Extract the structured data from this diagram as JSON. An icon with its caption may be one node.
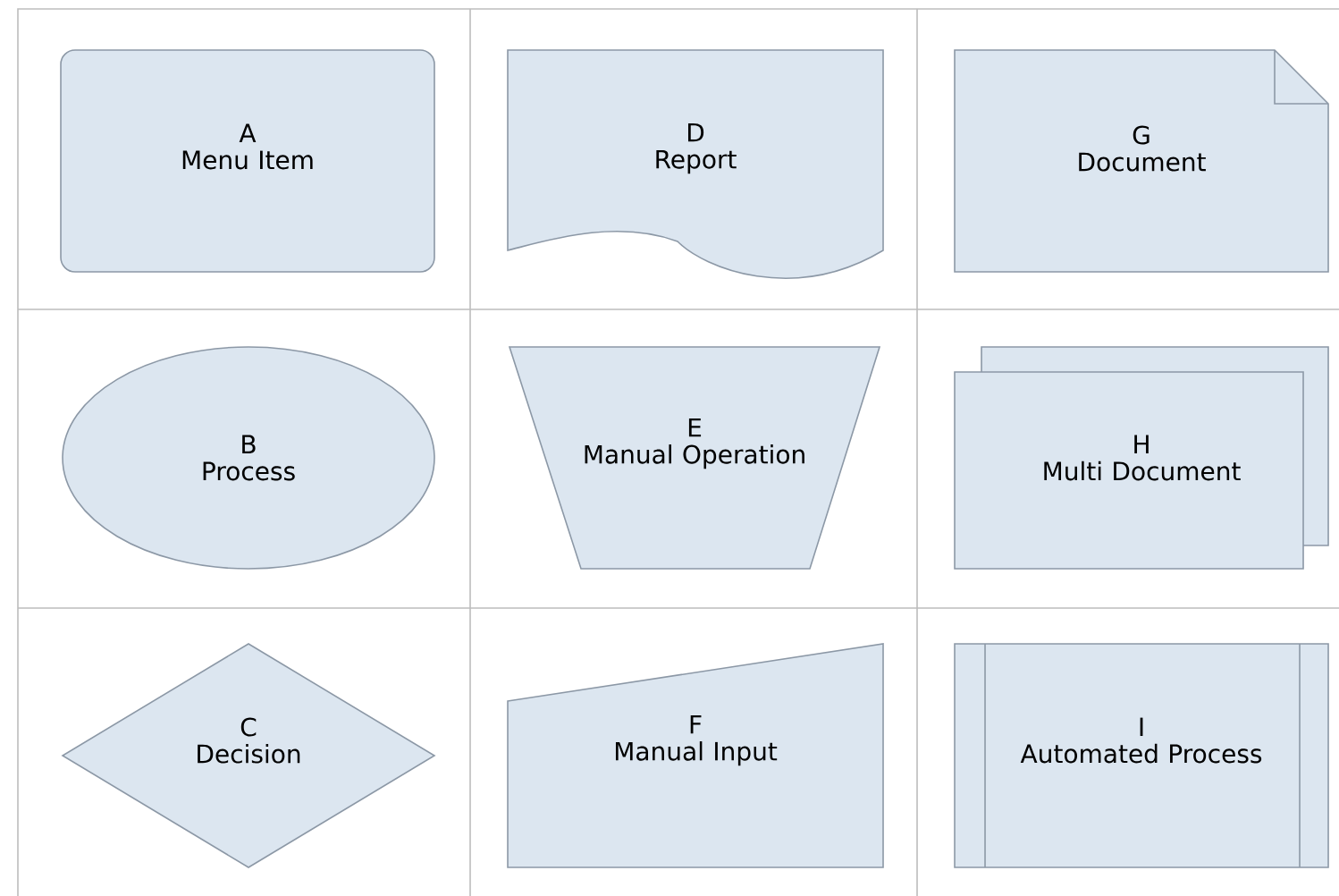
{
  "diagram": {
    "nodes": [
      {
        "text": [
          "A",
          "Menu Item"
        ]
      },
      {
        "text": [
          "D",
          "Report"
        ]
      },
      {
        "text": [
          "G",
          "Document"
        ]
      },
      {
        "text": [
          "B",
          "Process"
        ]
      },
      {
        "text": [
          "E",
          "Manual Operation"
        ]
      },
      {
        "text": [
          "H",
          "Multi Document"
        ]
      },
      {
        "text": [
          "C",
          "Decision"
        ]
      },
      {
        "text": [
          "F",
          "Manual Input"
        ]
      },
      {
        "text": [
          "I",
          "Automated Process"
        ]
      }
    ]
  }
}
